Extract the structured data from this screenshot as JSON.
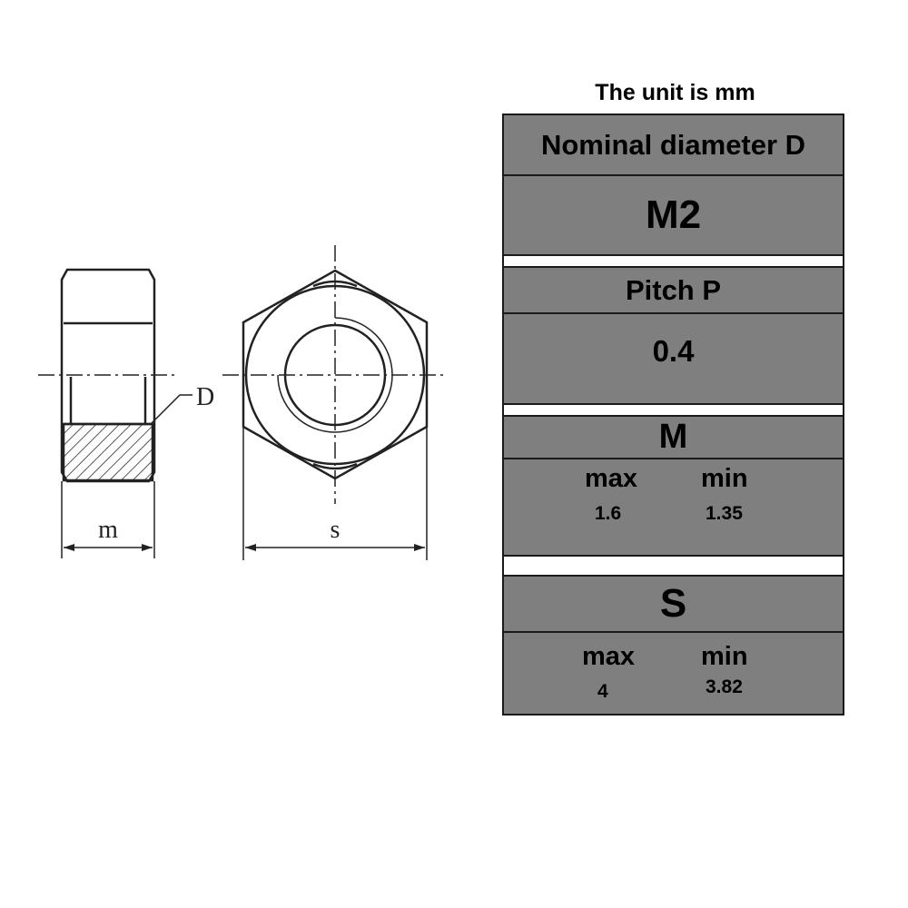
{
  "drawing": {
    "labels": {
      "m": "m",
      "s": "s",
      "D": "D"
    }
  },
  "table": {
    "unit_note": "The unit is mm",
    "nominal": {
      "header": "Nominal diameter D",
      "value": "M2"
    },
    "pitch": {
      "header": "Pitch P",
      "value": "0.4"
    },
    "m": {
      "header": "M",
      "max_label": "max",
      "min_label": "min",
      "max": "1.6",
      "min": "1.35"
    },
    "s": {
      "header": "S",
      "max_label": "max",
      "min_label": "min",
      "max": "4",
      "min": "3.82"
    }
  },
  "colors": {
    "cell": "#7f7f7f",
    "border": "#1a1a1a",
    "line": "#222222"
  }
}
